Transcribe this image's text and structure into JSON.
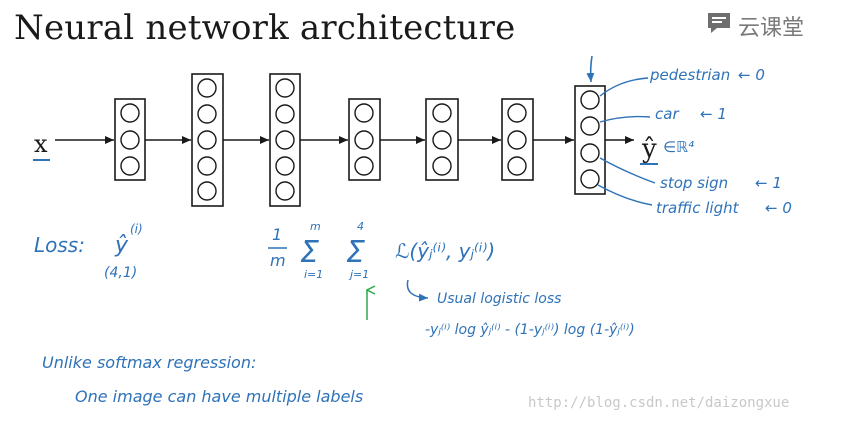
{
  "slide": {
    "title": "Neural network architecture",
    "logo_text": "云课堂",
    "watermark": "http://blog.csdn.net/daizongxue"
  },
  "network": {
    "input_label": "x",
    "output_label": "ŷ",
    "output_dim": "∈ℝ⁴"
  },
  "outputs": [
    {
      "label": "pedestrian",
      "value": "← 0"
    },
    {
      "label": "car",
      "value": "← 1"
    },
    {
      "label": "stop sign",
      "value": "← 1"
    },
    {
      "label": "traffic light",
      "value": "← 0"
    }
  ],
  "loss": {
    "label": "Loss:",
    "yhat": "ŷ",
    "yhat_sup": "(i)",
    "shape": "(4,1)",
    "frac_num": "1",
    "frac_den": "m",
    "sum_outer_top": "m",
    "sum_outer_bottom": "i=1",
    "sum_inner_top": "4",
    "sum_inner_bottom": "j=1",
    "summand": "ℒ(ŷⱼ⁽ⁱ⁾, yⱼ⁽ⁱ⁾)",
    "note": "Usual logistic loss",
    "formula": "-yⱼ⁽ⁱ⁾ log ŷⱼ⁽ⁱ⁾ - (1-yⱼ⁽ⁱ⁾) log (1-ŷⱼ⁽ⁱ⁾)"
  },
  "notes": {
    "line1": "Unlike softmax regression:",
    "line2": "One image can have multiple labels"
  },
  "colors": {
    "ink": "#1a1a1a",
    "handwriting": "#2e72b8",
    "highlight": "#2aa84a",
    "watermark": "#c8c8c8"
  }
}
